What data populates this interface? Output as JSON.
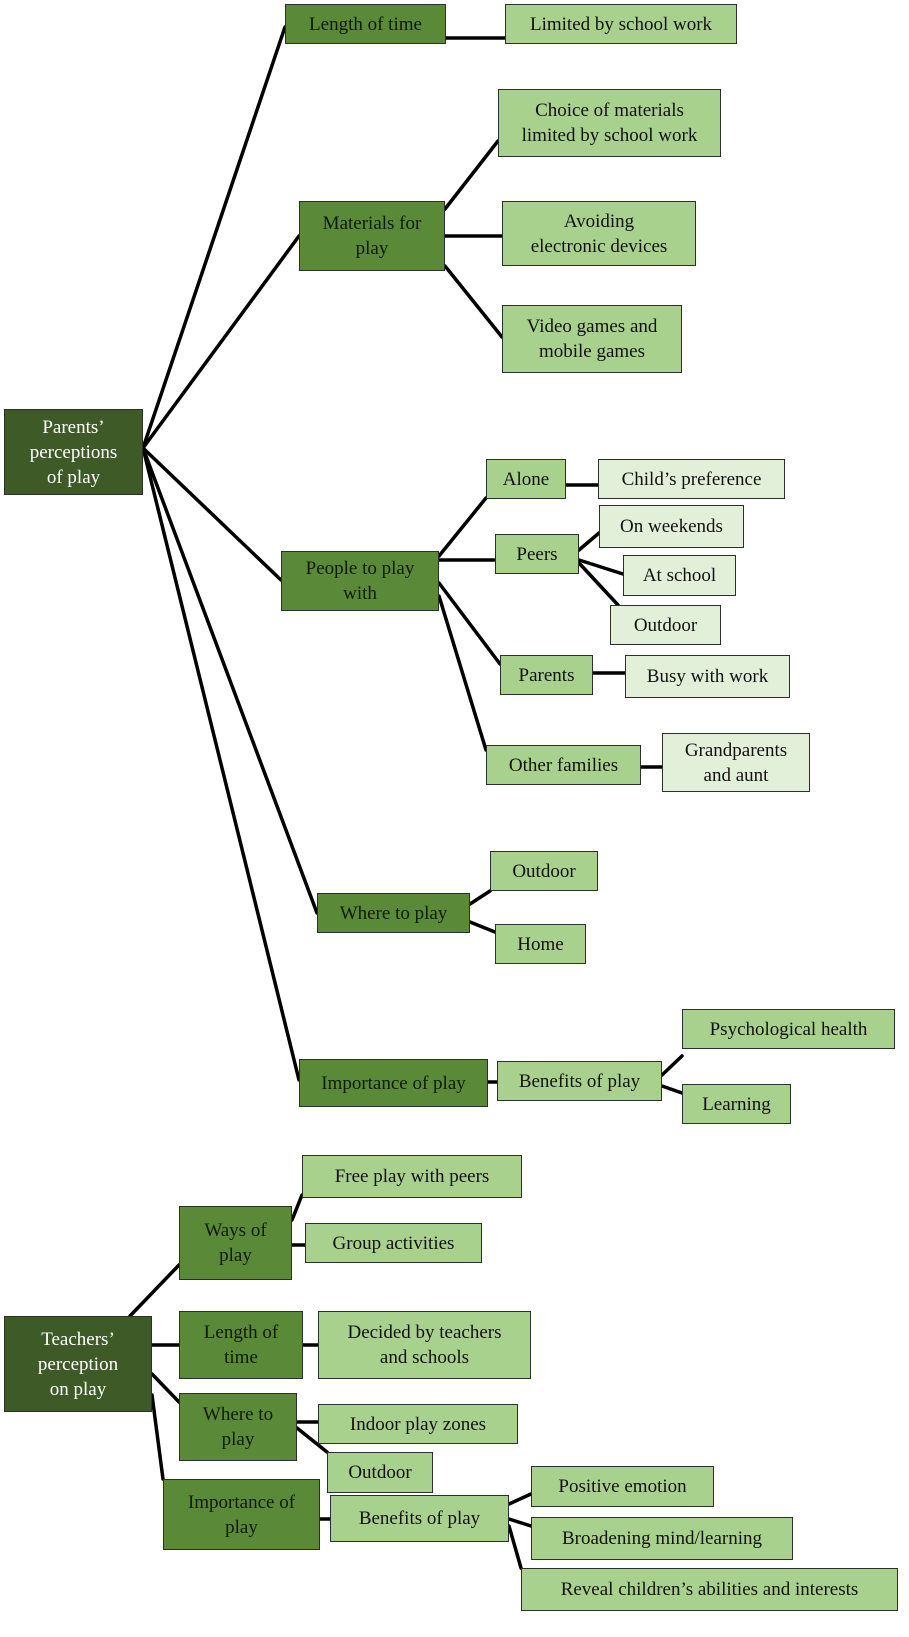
{
  "colors": {
    "root": "#3e5a27",
    "category": "#5a8a38",
    "subcategory": "#a9d18e",
    "detail": "#e2f0d9",
    "connector": "#000000"
  },
  "nodes": {
    "p_root": "Parents’\nperceptions\nof play",
    "p_time": "Length of time",
    "p_time_limited": "Limited by school work",
    "p_materials": "Materials for\nplay",
    "p_mat_choice": "Choice of materials\nlimited by school work",
    "p_mat_avoid": "Avoiding\nelectronic devices",
    "p_mat_video": "Video games and\nmobile games",
    "p_people": "People to play\nwith",
    "p_alone": "Alone",
    "p_alone_pref": "Child’s preference",
    "p_peers": "Peers",
    "p_peers_weekends": "On weekends",
    "p_peers_school": "At school",
    "p_peers_outdoor": "Outdoor",
    "p_parents": "Parents",
    "p_parents_busy": "Busy with work",
    "p_other": "Other families",
    "p_other_grand": "Grandparents\nand aunt",
    "p_where": "Where to play",
    "p_where_outdoor": "Outdoor",
    "p_where_home": "Home",
    "p_importance": "Importance of play",
    "p_benefits": "Benefits of play",
    "p_ben_psych": "Psychological health",
    "p_ben_learning": "Learning",
    "t_root": "Teachers’\nperception\non play",
    "t_ways": "Ways of\nplay",
    "t_ways_free": "Free play with peers",
    "t_ways_group": "Group activities",
    "t_time": "Length of\ntime",
    "t_time_decided": "Decided by teachers\nand schools",
    "t_where": "Where to\nplay",
    "t_where_indoor": "Indoor play zones",
    "t_where_outdoor": "Outdoor",
    "t_importance": "Importance of\nplay",
    "t_benefits": "Benefits of play",
    "t_ben_positive": "Positive emotion",
    "t_ben_broaden": "Broadening mind/learning",
    "t_ben_reveal": "Reveal children’s abilities and interests"
  }
}
